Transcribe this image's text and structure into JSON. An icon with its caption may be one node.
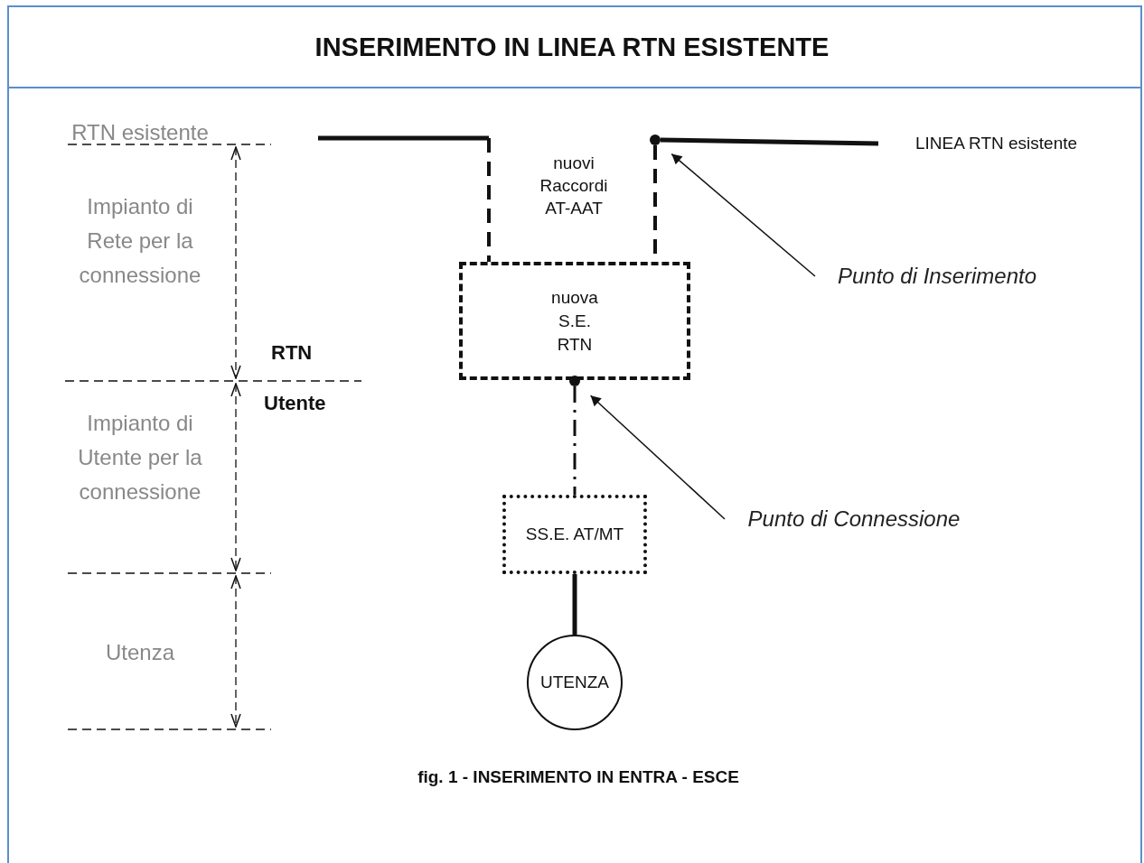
{
  "diagram": {
    "title": "INSERIMENTO IN LINEA RTN ESISTENTE",
    "caption": "fig. 1 - INSERIMENTO IN ENTRA - ESCE",
    "nodes": [
      {
        "text": [
          "nuova S.E. RTN"
        ]
      },
      {
        "text": [],
        "shape": "circle"
      },
      {
        "text": [
          "LINEA RTN esistente"
        ]
      },
      {
        "text": [],
        "shape": "circle"
      },
      {
        "text": [
          "SS.E. AT/MT"
        ]
      },
      {
        "text": [
          "UTENZA"
        ]
      },
      {
        "text": [
          "Punto di Inserimento"
        ]
      },
      {
        "text": [
          "Punto di Connessione"
        ]
      }
    ],
    "edges": [
      {
        "from": null,
        "to": 0,
        "arrow": "none",
        "style": "dashed"
      },
      {
        "from": 1,
        "to": 0,
        "arrow": "none",
        "style": "dashed"
      },
      {
        "from": 1,
        "to": 2,
        "arrow": "none"
      },
      {
        "from": 3,
        "to": 4,
        "arrow": "none",
        "style": "dashed"
      },
      {
        "from": 4,
        "to": 5,
        "arrow": "none"
      },
      {
        "from": 6,
        "to": 1,
        "arrow": "to"
      },
      {
        "from": 7,
        "to": 3,
        "arrow": "to"
      }
    ],
    "labels": [
      "RTN esistente",
      "Impianto di Rete per la connessione",
      "RTN",
      "Utente",
      "Impianto di Utente per la connessione",
      "Utenza",
      "nuovi Raccordi AT-AAT"
    ]
  }
}
